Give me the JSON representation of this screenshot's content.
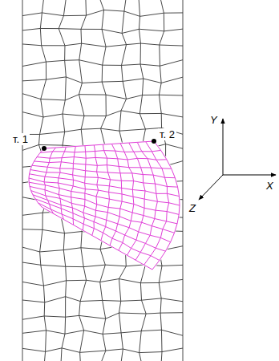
{
  "diagram": {
    "labels": [
      "т. 1",
      "т. 2",
      "Y",
      "X",
      "Z"
    ]
  }
}
